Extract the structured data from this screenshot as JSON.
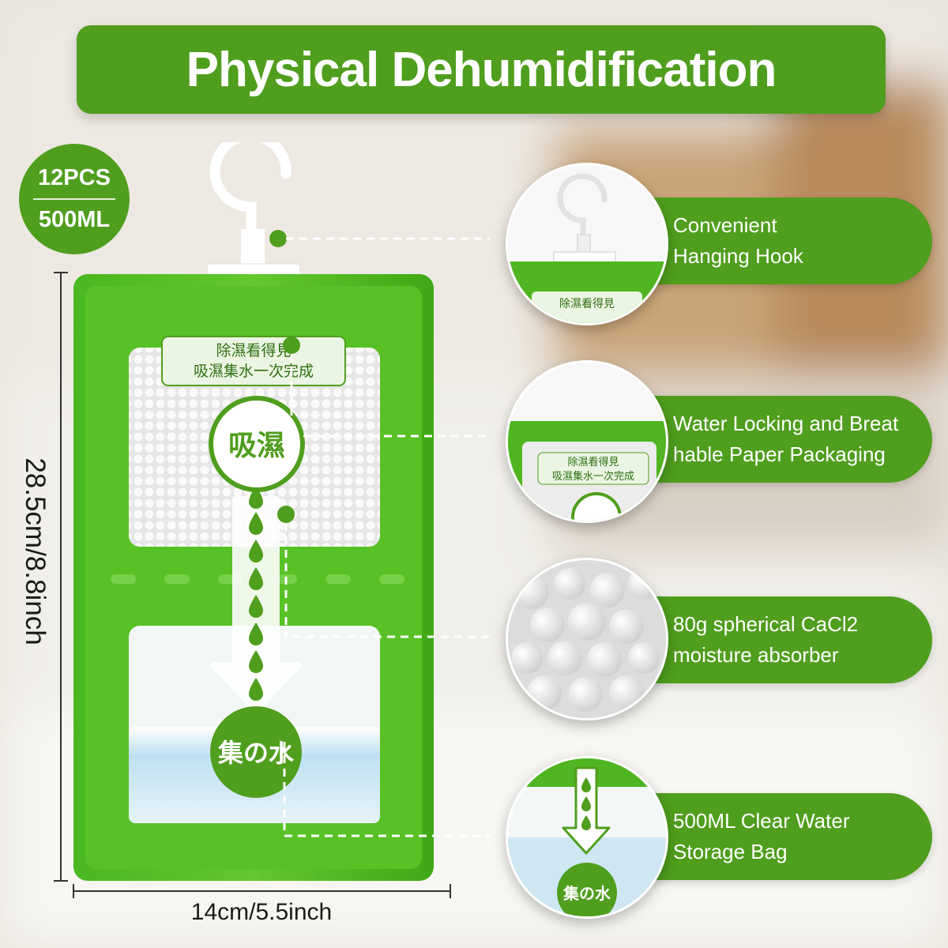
{
  "title": "Physical Dehumidification",
  "spec_badge": {
    "count": "12PCS",
    "volume": "500ML"
  },
  "dimensions": {
    "height": "28.5cm/8.8inch",
    "width": "14cm/5.5inch"
  },
  "product_labels": {
    "header_line1": "除濕看得見",
    "header_line2": "吸濕集水一次完成",
    "absorb": "吸濕",
    "collect": "集の水"
  },
  "features": [
    {
      "line1": "Convenient",
      "line2": "Hanging Hook",
      "icon": "hook-icon"
    },
    {
      "line1": "Water Locking and Breat",
      "line2": "hable Paper Packaging",
      "icon": "paper-packaging-icon"
    },
    {
      "line1": "80g spherical CaCl2",
      "line2": "moisture absorber",
      "icon": "beads-icon"
    },
    {
      "line1": "500ML Clear Water",
      "line2": "Storage Bag",
      "icon": "water-bag-icon"
    }
  ],
  "colors": {
    "brand_green": "#4f9e1d",
    "light_green": "#5cc52b",
    "white": "#ffffff"
  }
}
